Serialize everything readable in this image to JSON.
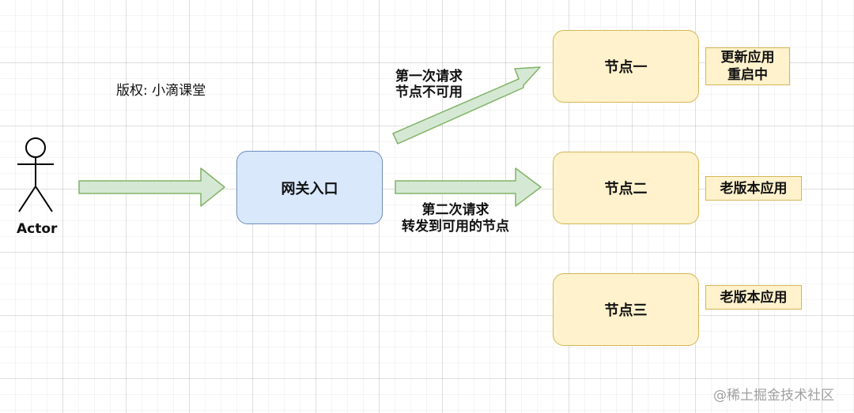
{
  "colors": {
    "gateway_fill": "#dae8fc",
    "gateway_stroke": "#6c8ebf",
    "node_fill": "#fff2cc",
    "node_stroke": "#d6b656",
    "arrow_fill": "#d5e8d4",
    "arrow_stroke": "#82b366"
  },
  "copyright": "版权: 小滴课堂",
  "actor": {
    "label": "Actor"
  },
  "gateway": {
    "label": "网关入口"
  },
  "first_request": {
    "line1": "第一次请求",
    "line2": "节点不可用"
  },
  "second_request": {
    "line1": "第二次请求",
    "line2": "转发到可用的节点"
  },
  "nodes": [
    {
      "label": "节点一",
      "tag_line1": "更新应用",
      "tag_line2": "重启中"
    },
    {
      "label": "节点二",
      "tag_line1": "老版本应用"
    },
    {
      "label": "节点三",
      "tag_line1": "老版本应用"
    }
  ],
  "watermark": "@稀土掘金技术社区"
}
